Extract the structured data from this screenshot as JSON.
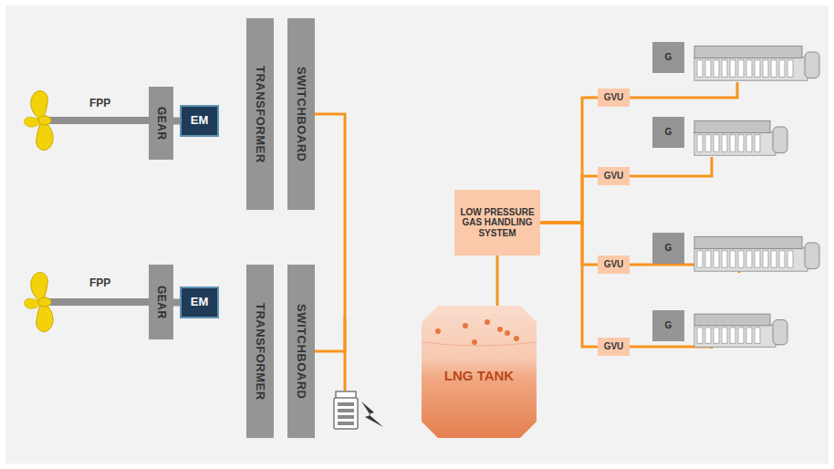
{
  "diagram": {
    "nodes": [
      {
        "text": [
          "GEAR"
        ]
      },
      {
        "text": [
          "EM"
        ]
      },
      {
        "text": [
          "TRANSFORMER"
        ]
      },
      {
        "text": [
          "SWITCHBOARD"
        ]
      },
      {
        "text": [
          "GEAR"
        ]
      },
      {
        "text": [
          "EM"
        ]
      },
      {
        "text": [
          "TRANSFORMER"
        ]
      },
      {
        "text": [
          "SWITCHBOARD"
        ]
      },
      {
        "text": [
          "LOW PRESSURE GAS HANDLING SYSTEM"
        ]
      },
      {
        "text": [
          "LNG TANK"
        ]
      },
      {
        "text": [
          "GVU"
        ]
      },
      {
        "text": [
          "GVU"
        ]
      },
      {
        "text": [
          "GVU"
        ]
      },
      {
        "text": [
          "GVU"
        ]
      },
      {
        "text": [
          "G"
        ]
      },
      {
        "text": [
          "G"
        ]
      },
      {
        "text": [
          "G"
        ]
      },
      {
        "text": [
          "G"
        ]
      }
    ],
    "edges": [
      {
        "from": 0,
        "to": 1,
        "arrow": "none"
      },
      {
        "from": 4,
        "to": 5,
        "arrow": "none"
      },
      {
        "from": 3,
        "to": 7,
        "arrow": "none"
      },
      {
        "from": 9,
        "to": 8,
        "arrow": "none"
      },
      {
        "from": 8,
        "to": 10,
        "arrow": "none"
      },
      {
        "from": 8,
        "to": 11,
        "arrow": "none"
      },
      {
        "from": 8,
        "to": 12,
        "arrow": "none"
      },
      {
        "from": 8,
        "to": 13,
        "arrow": "none"
      },
      {
        "from": 10,
        "to": 14,
        "arrow": "none"
      },
      {
        "from": 11,
        "to": 15,
        "arrow": "none"
      },
      {
        "from": 12,
        "to": 16,
        "arrow": "none"
      },
      {
        "from": 13,
        "to": 17,
        "arrow": "none"
      }
    ],
    "labels": [
      "FPP",
      "FPP"
    ]
  }
}
